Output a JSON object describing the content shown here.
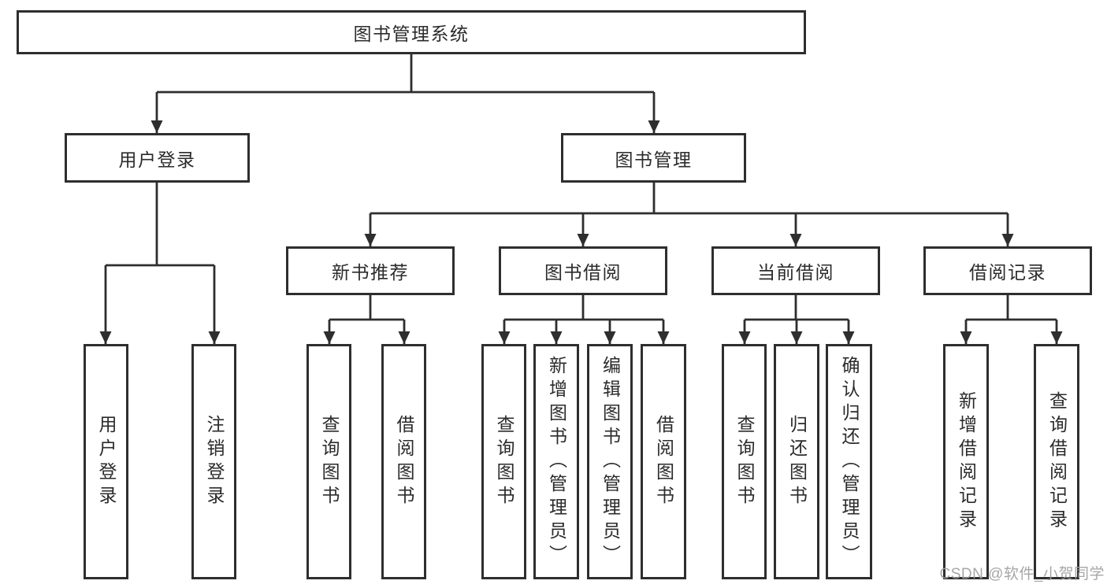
{
  "diagram_title": "图书管理系统",
  "nodes": {
    "root": "图书管理系统",
    "user_login": "用户登录",
    "book_management": "图书管理",
    "new_book_recommend": "新书推荐",
    "book_borrowing": "图书借阅",
    "current_borrowing": "当前借阅",
    "borrowing_records": "借阅记录",
    "leaf_user_login": "用户登录",
    "leaf_logout": "注销登录",
    "recommend_query_books": "查询图书",
    "recommend_borrow_books": "借阅图书",
    "borrowing_query_books": "查询图书",
    "borrowing_add_books": "新增图书（管理员）",
    "borrowing_edit_books": "编辑图书（管理员）",
    "borrowing_borrow_books": "借阅图书",
    "current_query_books": "查询图书",
    "current_return_books": "归还图书",
    "current_confirm_return": "确认归还（管理员）",
    "records_add_record": "新增借阅记录",
    "records_query_record": "查询借阅记录"
  },
  "watermark": {
    "text": "CSDN @软件_小贺同学"
  },
  "colors": {
    "background": "#ffffff",
    "line": "#2e2e2e",
    "box_border": "#2e2e2e",
    "text": "#2b2b2b",
    "watermark": "#9e9e9e"
  }
}
